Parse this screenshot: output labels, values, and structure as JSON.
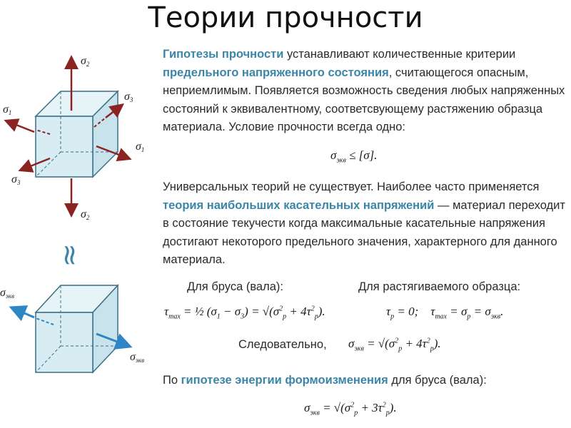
{
  "title": "Теории прочности",
  "p1": {
    "hl1": "Гипотезы прочности",
    "t1": " устанавливают количественные критерии ",
    "hl2": "предельного напряженного состояния",
    "t2": ", считающегося опасным, неприемлимым. Появляется возможность сведения любых напряженных состояний к эквивалентному, соответсвующему растяжению образца материала. Условие прочности всегда одно:"
  },
  "p2": {
    "t1": "Универсальных теорий не существует. Наиболее часто применяется ",
    "hl1": "теория наибольших касательных напряжений",
    "t2": " — материал переходит в состояние текучести когда максимальные касательные напряжения достигают некоторого предельного значения, характерного для данного материала."
  },
  "labels": {
    "beam": "Для бруса (вала):",
    "specimen": "Для растягиваемого образца:",
    "therefore": "Следовательно,"
  },
  "p3": {
    "t1": "По ",
    "hl1": "гипотезе энергии формоизменения",
    "t2": " для бруса (вала):"
  },
  "figure": {
    "sigma1": "σ",
    "sigma2": "σ",
    "sigma3": "σ",
    "sub1": "1",
    "sub2": "2",
    "sub3": "3",
    "equiv_sigma": "σ",
    "equiv_sub": "экв",
    "equiv_symbol": "≈"
  },
  "colors": {
    "accent": "#3b86a8",
    "arrow_red": "#8b2323",
    "arrow_blue": "#2f86c4",
    "cube_face": "#d7edf3",
    "cube_edge": "#3a6f86"
  }
}
